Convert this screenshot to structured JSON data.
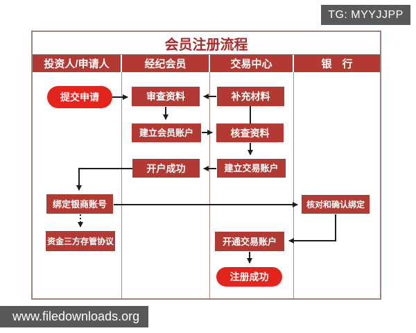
{
  "badge": {
    "label": "TG: MYYJJPP"
  },
  "watermark": {
    "label": "www.filedownloads.org"
  },
  "flowchart": {
    "title": "会员注册流程",
    "columns": [
      {
        "label": "投资人/申请人"
      },
      {
        "label": "经纪会员"
      },
      {
        "label": "交易中心"
      },
      {
        "label": "银　行"
      }
    ],
    "nodes": [
      {
        "label": "提交申请",
        "shape": "pill",
        "lane": "投资人/申请人"
      },
      {
        "label": "审查资料",
        "shape": "rect",
        "lane": "经纪会员"
      },
      {
        "label": "补充材料",
        "shape": "rect",
        "lane": "交易中心"
      },
      {
        "label": "建立会员账户",
        "shape": "rect",
        "lane": "经纪会员"
      },
      {
        "label": "核查资料",
        "shape": "rect",
        "lane": "交易中心"
      },
      {
        "label": "开户成功",
        "shape": "rect",
        "lane": "经纪会员"
      },
      {
        "label": "建立交易账户",
        "shape": "rect",
        "lane": "交易中心"
      },
      {
        "label": "绑定银商账号",
        "shape": "rect",
        "lane": "投资人/申请人"
      },
      {
        "label": "核对和确认绑定",
        "shape": "rect",
        "lane": "银行"
      },
      {
        "label": "资金三方存管协议",
        "shape": "rect",
        "lane": "投资人/申请人"
      },
      {
        "label": "开通交易账户",
        "shape": "rect",
        "lane": "交易中心"
      },
      {
        "label": "注册成功",
        "shape": "pill",
        "lane": "交易中心"
      }
    ],
    "edges": [
      {
        "from": "提交申请",
        "to": "审查资料",
        "style": "solid-arrow"
      },
      {
        "from": "补充材料",
        "to": "审查资料",
        "style": "solid-arrow"
      },
      {
        "from": "审查资料",
        "to": "建立会员账户",
        "style": "solid-arrow"
      },
      {
        "from": "补充材料",
        "to": "核查资料",
        "style": "plain-line"
      },
      {
        "from": "建立会员账户",
        "to": "核查资料",
        "style": "solid-arrow"
      },
      {
        "from": "核查资料",
        "to": "建立交易账户",
        "style": "solid-arrow"
      },
      {
        "from": "建立交易账户",
        "to": "开户成功",
        "style": "solid-arrow"
      },
      {
        "from": "开户成功",
        "to": "绑定银商账号",
        "style": "solid-arrow-elbow"
      },
      {
        "from": "绑定银商账号",
        "to": "核对和确认绑定",
        "style": "solid-arrow"
      },
      {
        "from": "绑定银商账号",
        "to": "资金三方存管协议",
        "style": "dotted-arrow"
      },
      {
        "from": "核对和确认绑定",
        "to": "开通交易账户",
        "style": "solid-arrow-elbow"
      },
      {
        "from": "开通交易账户",
        "to": "注册成功",
        "style": "solid-arrow"
      }
    ],
    "colors": {
      "box_red": "#b23a32",
      "pill_red": "#e2241d",
      "header_red": "#b23a32",
      "title_text": "#a82a2a",
      "border": "#a2807c",
      "overlay_gray": "#58595b",
      "arrow": "#1c1c1c"
    }
  }
}
